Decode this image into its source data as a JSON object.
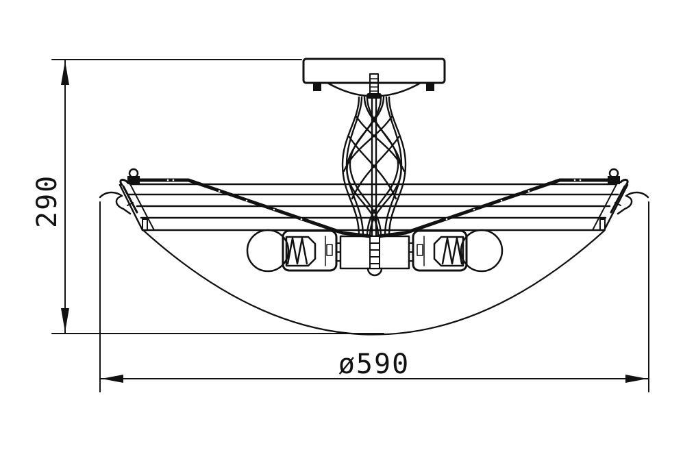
{
  "drawing": {
    "subject": "ceiling lamp side elevation",
    "line_color": "#111111",
    "background": "#ffffff",
    "dimensions": {
      "height": {
        "label": "290",
        "value": 290,
        "orientation": "vertical"
      },
      "diameter": {
        "label": "ø590",
        "value": 590,
        "symbol": "ø",
        "orientation": "horizontal"
      }
    },
    "components": [
      {
        "name": "ceiling canopy"
      },
      {
        "name": "twisted spiral stem"
      },
      {
        "name": "bowl shade"
      },
      {
        "name": "bulb",
        "count": 2
      },
      {
        "name": "decorative side brackets",
        "count": 2
      }
    ]
  }
}
